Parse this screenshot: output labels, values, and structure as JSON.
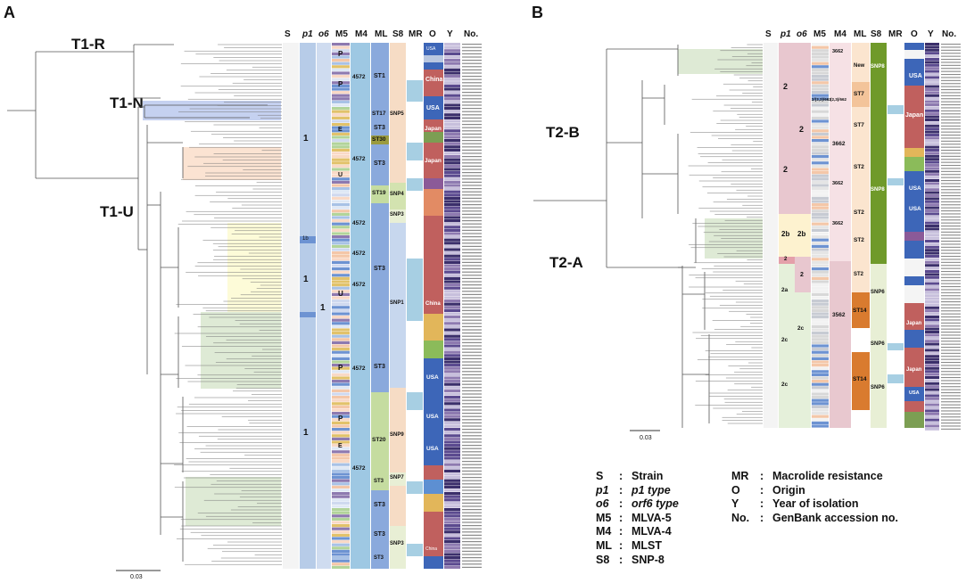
{
  "panels": {
    "a": {
      "letter": "A",
      "clades": {
        "t1r": "T1-R",
        "t1n": "T1-N",
        "t1u": "T1-U"
      },
      "headers": {
        "s": "S",
        "p1": "p1",
        "o6": "o6",
        "m5": "M5",
        "m4": "M4",
        "ml": "ML",
        "s8": "S8",
        "mr": "MR",
        "o": "O",
        "y": "Y",
        "no": "No."
      },
      "scale": "0.03",
      "cells": {
        "p1_main": "1",
        "p1_lower": "1",
        "p1_bottom": "1",
        "p1_1b": "1b",
        "o6_1": "1",
        "m4_a": "4572",
        "m4_b": "4572",
        "m4_c": "4572",
        "m4_d": "4572",
        "m4_e": "4572",
        "m4_f": "4572",
        "m4_g": "4572",
        "ml_st1": "ST1",
        "ml_st17": "ST17",
        "ml_st3a": "ST3",
        "ml_st30": "ST30",
        "ml_st3b": "ST3",
        "ml_st19": "ST19",
        "ml_st3c": "ST3",
        "ml_st3d": "ST3",
        "ml_st20": "ST20",
        "ml_st3e": "ST3",
        "ml_st3f": "ST3",
        "ml_st3g": "ST3",
        "ml_st3h": "ST3",
        "s8_snp5": "SNP5",
        "s8_snp4": "SNP4",
        "s8_snp3a": "SNP3",
        "s8_snp1": "SNP1",
        "s8_snp9": "SNP9",
        "s8_snp7": "SNP7",
        "s8_snp3b": "SNP3",
        "o_usa1": "USA",
        "o_china1": "China",
        "o_usa2": "USA",
        "o_japan1": "Japan",
        "o_japan2": "Japan",
        "o_china2": "China",
        "o_usa3": "USA",
        "o_usa4": "USA",
        "o_usa5": "USA",
        "o_china3": "China",
        "m5_p1": "P",
        "m5_p2": "P",
        "m5_e": "E",
        "m5_u1": "U",
        "m5_u2": "U",
        "m5_p3": "P",
        "m5_p4": "P",
        "m5_e2": "E"
      }
    },
    "b": {
      "letter": "B",
      "clades": {
        "t2b": "T2-B",
        "t2a": "T2-A"
      },
      "headers": {
        "s": "S",
        "p1": "p1",
        "o6": "o6",
        "m5": "M5",
        "m4": "M4",
        "ml": "ML",
        "s8": "S8",
        "mr": "MR",
        "o": "O",
        "y": "Y",
        "no": "No."
      },
      "scale": "0.03",
      "cells": {
        "p1_2a": "2",
        "p1_2b": "2",
        "p1_2c": "2b",
        "p1_2d": "2",
        "p1_2e": "2a",
        "p1_2f": "2c",
        "p1_2g": "2c",
        "o6_2a": "2",
        "o6_2b": "2b",
        "o6_2c": "2",
        "o6_2d": "2c",
        "m4_3662a": "3662",
        "m4_3662b": "3662",
        "m4_3662c": "3662",
        "m4_3662d": "3662",
        "m4_3562": "3562",
        "ml_new": "New",
        "ml_st7": "ST7",
        "ml_st7b": "ST7",
        "ml_st2a": "ST2",
        "ml_st2b": "ST2",
        "ml_st2c": "ST2",
        "ml_st2d": "ST2",
        "ml_st14a": "ST14",
        "ml_st14b": "ST14",
        "s8_snp8": "SNP8",
        "s8_snp8b": "SNP8",
        "s8_snp6a": "SNP6",
        "s8_snp6b": "SNP6",
        "s8_snp6c": "SNP6",
        "o_usa1": "USA",
        "o_japan": "Japan",
        "o_usa2": "USA",
        "o_usa3": "USA",
        "o_japan2": "Japan",
        "o_japan3": "Japan",
        "o_usa4": "USA",
        "m4_mix": "2/(3,3)/662",
        "m4_mix2": "(2,3)/662"
      }
    }
  },
  "legend": [
    {
      "key": "S",
      "italic": false,
      "value": "Strain"
    },
    {
      "key": "p1",
      "italic": true,
      "value": "p1 type",
      "value_italic_part": "p1"
    },
    {
      "key": "o6",
      "italic": true,
      "value": "orf6 type",
      "value_italic_part": "orf6"
    },
    {
      "key": "M5",
      "italic": false,
      "value": "MLVA-5"
    },
    {
      "key": "M4",
      "italic": false,
      "value": "MLVA-4"
    },
    {
      "key": "ML",
      "italic": false,
      "value": "MLST"
    },
    {
      "key": "S8",
      "italic": false,
      "value": "SNP-8"
    }
  ],
  "legend_right": [
    {
      "key": "MR",
      "value": "Macrolide resistance"
    },
    {
      "key": "O",
      "value": "Origin"
    },
    {
      "key": "Y",
      "value": "Year of isolation"
    },
    {
      "key": "No.",
      "value": "GenBank accession no."
    }
  ],
  "colors": {
    "clade_blue": "#b6c6ec",
    "clade_orange": "#fbe3d2",
    "clade_yellow": "#fdfbd8",
    "clade_green": "#deead5",
    "p1_blue": "#b7cce8",
    "p1_pink": "#e8c7cf",
    "p1_cream": "#fdf2cf",
    "p1_mint": "#e5f0da",
    "m4_blue": "#9ec8e3",
    "ml_blue": "#8aa9dc",
    "ml_green": "#c5dca0",
    "s8_peach": "#f6dcc5",
    "s8_green": "#6f9a2a",
    "s8_lime": "#e8efd5",
    "o_usa": "#3d66b8",
    "o_china": "#c0605e",
    "o_japan": "#c0605e",
    "ml_orange": "#d97b2f",
    "m4_pink": "#e8c8cf"
  }
}
